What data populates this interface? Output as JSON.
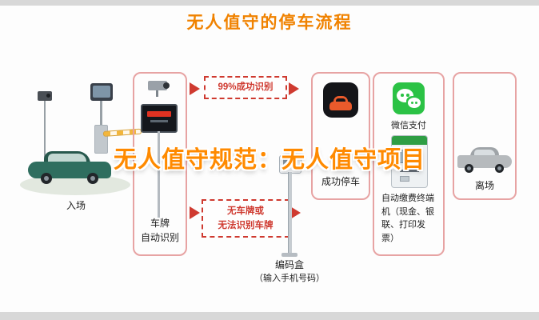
{
  "header": {
    "title": "无人值守的停车流程"
  },
  "overlay": {
    "text": "无人值守规范：无人值守项目"
  },
  "entry": {
    "label": "入场"
  },
  "recognition": {
    "label_line1": "车牌",
    "label_line2": "自动识别"
  },
  "branch_success": {
    "label": "99%成功识别"
  },
  "branch_fail": {
    "line1": "无车牌或",
    "line2": "无法识别车牌"
  },
  "coding_box": {
    "label": "编码盒",
    "sublabel": "（输入手机号码）"
  },
  "parked": {
    "label": "成功停车"
  },
  "payment": {
    "wechat_label": "微信支付",
    "terminal_label": "自动缴费终端机（现金、银联、打印发票）"
  },
  "exit": {
    "label": "离场"
  },
  "colors": {
    "accent": "#f08200",
    "overlay_orange": "#ff8a00",
    "flow_red": "#cf3a30",
    "panel_border": "#e7a3a3",
    "wechat_green": "#2bc245"
  }
}
